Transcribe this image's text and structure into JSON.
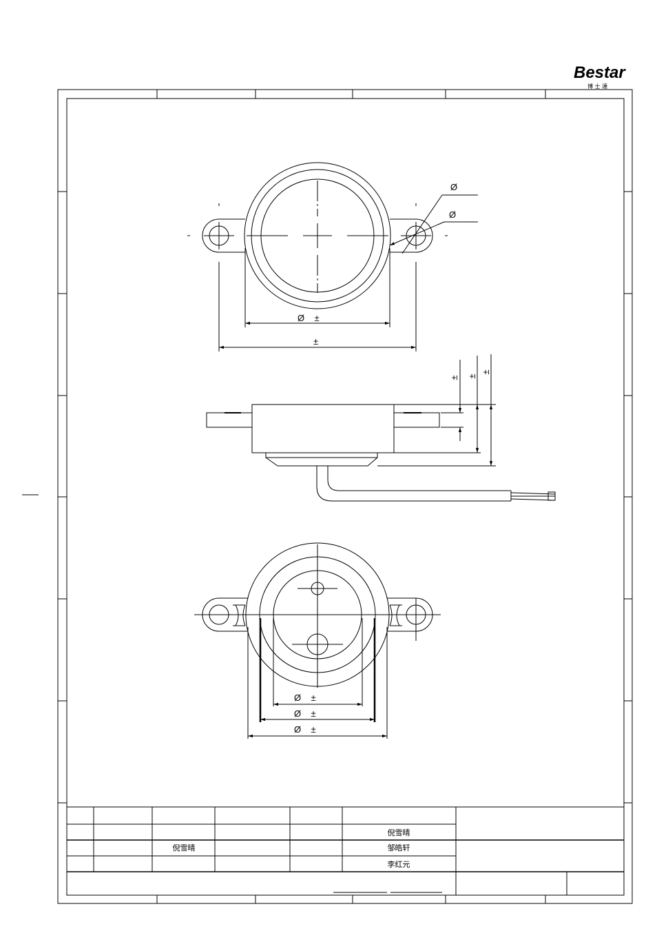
{
  "logo": {
    "brand": "Bestar",
    "subtitle": "博 士 達"
  },
  "dimensions": {
    "top_view": {
      "hole_outer_symbol": "Ø",
      "hole_inner_symbol": "Ø",
      "body_diameter": "Ø    ±",
      "overall_length": "±"
    },
    "side_view": {
      "height_1": "±",
      "height_2": "±",
      "height_3": "±"
    },
    "bottom_view": {
      "diameter_1": "Ø    ±",
      "diameter_2": "Ø    ±",
      "diameter_3": "Ø    ±"
    }
  },
  "title_block": {
    "drawn_by": "倪雪晴",
    "designer": "倪雪晴",
    "checker": "邹皓轩",
    "approver": "李红元"
  },
  "colors": {
    "line": "#000000",
    "background": "#ffffff"
  }
}
